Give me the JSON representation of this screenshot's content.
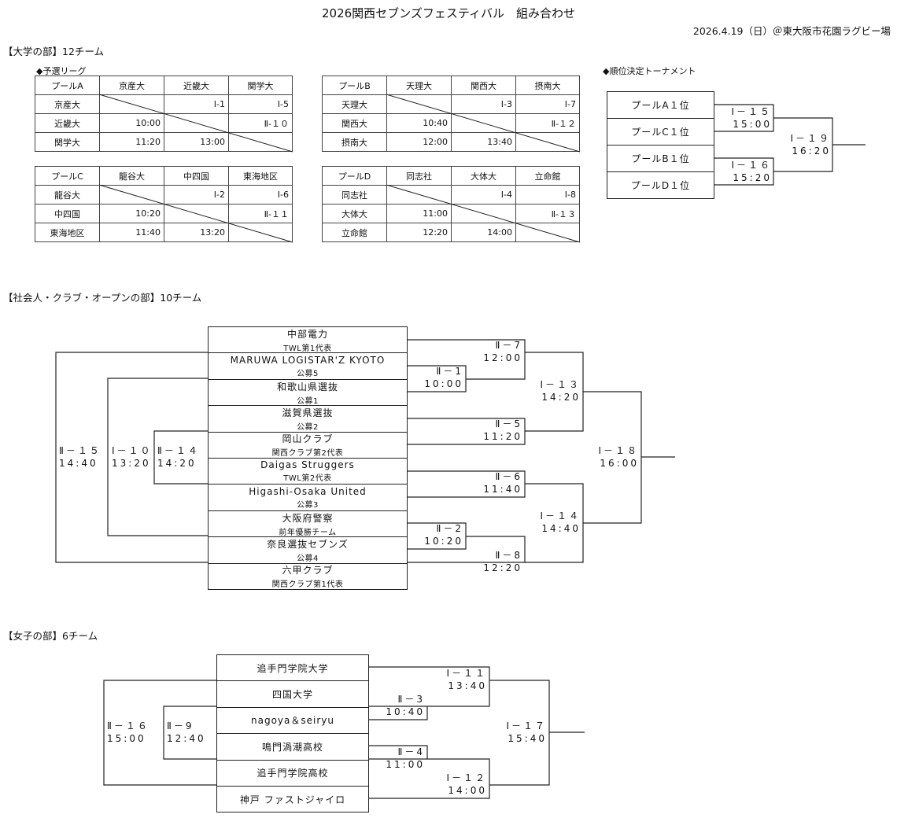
{
  "header": {
    "title": "2026関西セブンズフェスティバル　組み合わせ",
    "date_venue": "2026.4.19（日）＠東大阪市花園ラグビー場"
  },
  "university": {
    "heading": "【大学の部】12チーム",
    "league_label": "◆予選リーグ",
    "pools": [
      {
        "name": "プールA",
        "teams": [
          "京産大",
          "近畿大",
          "関学大"
        ],
        "rows": [
          [
            "京産大",
            "",
            "Ⅰ-1",
            "Ⅰ-5"
          ],
          [
            "近畿大",
            "10:00",
            "",
            "Ⅱ-１０"
          ],
          [
            "関学大",
            "11:20",
            "13:00",
            ""
          ]
        ]
      },
      {
        "name": "プールB",
        "teams": [
          "天理大",
          "関西大",
          "摂南大"
        ],
        "rows": [
          [
            "天理大",
            "",
            "Ⅰ-3",
            "Ⅰ-7"
          ],
          [
            "関西大",
            "10:40",
            "",
            "Ⅱ-１２"
          ],
          [
            "摂南大",
            "12:00",
            "13:40",
            ""
          ]
        ]
      },
      {
        "name": "プールC",
        "teams": [
          "龍谷大",
          "中四国",
          "東海地区"
        ],
        "rows": [
          [
            "龍谷大",
            "",
            "Ⅰ-2",
            "Ⅰ-6"
          ],
          [
            "中四国",
            "10:20",
            "",
            "Ⅱ-１１"
          ],
          [
            "東海地区",
            "11:40",
            "13:20",
            ""
          ]
        ]
      },
      {
        "name": "プールD",
        "teams": [
          "同志社",
          "大体大",
          "立命館"
        ],
        "rows": [
          [
            "同志社",
            "",
            "Ⅰ-4",
            "Ⅰ-8"
          ],
          [
            "大体大",
            "11:00",
            "",
            "Ⅱ-１３"
          ],
          [
            "立命館",
            "12:20",
            "14:00",
            ""
          ]
        ]
      }
    ],
    "tournament_label": "◆順位決定トーナメント",
    "tournament": {
      "seeds": [
        "プールA１位",
        "プールC１位",
        "プールB１位",
        "プールD１位"
      ],
      "matches": [
        {
          "id": "Ⅰ－１５",
          "time": "15:00"
        },
        {
          "id": "Ⅰ－１６",
          "time": "15:20"
        },
        {
          "id": "Ⅰ－１９",
          "time": "16:20"
        }
      ]
    }
  },
  "open": {
    "heading": "【社会人・クラブ・オープンの部】10チーム",
    "teams": [
      {
        "name": "中部電力",
        "sub": "TWL第1代表"
      },
      {
        "name": "MARUWA LOGISTAR'Z KYOTO",
        "sub": "公募5"
      },
      {
        "name": "和歌山県選抜",
        "sub": "公募1"
      },
      {
        "name": "滋賀県選抜",
        "sub": "公募2"
      },
      {
        "name": "岡山クラブ",
        "sub": "関西クラブ第2代表"
      },
      {
        "name": "Daigas Struggers",
        "sub": "TWL第2代表"
      },
      {
        "name": "Higashi-Osaka United",
        "sub": "公募3"
      },
      {
        "name": "大阪府警察",
        "sub": "前年優勝チーム"
      },
      {
        "name": "奈良選抜セブンズ",
        "sub": "公募4"
      },
      {
        "name": "六甲クラブ",
        "sub": "関西クラブ第1代表"
      }
    ],
    "matches": {
      "m1": {
        "id": "Ⅱ－1",
        "time": "10:00"
      },
      "m2": {
        "id": "Ⅱ－2",
        "time": "10:20"
      },
      "m5": {
        "id": "Ⅱ－5",
        "time": "11:20"
      },
      "m6": {
        "id": "Ⅱ－6",
        "time": "11:40"
      },
      "m7": {
        "id": "Ⅱ－7",
        "time": "12:00"
      },
      "m8": {
        "id": "Ⅱ－8",
        "time": "12:20"
      },
      "m13": {
        "id": "Ⅰ－１３",
        "time": "14:20"
      },
      "m14": {
        "id": "Ⅰ－１４",
        "time": "14:40"
      },
      "m18": {
        "id": "Ⅰ－１８",
        "time": "16:00"
      },
      "c10": {
        "id": "Ⅰ－１０",
        "time": "13:20"
      },
      "c14": {
        "id": "Ⅱ－１４",
        "time": "14:20"
      },
      "c15": {
        "id": "Ⅱ－１５",
        "time": "14:40"
      }
    }
  },
  "women": {
    "heading": "【女子の部】6チーム",
    "teams": [
      "追手門学院大学",
      "四国大学",
      "nagoya＆seiryu",
      "鳴門渦潮高校",
      "追手門学院高校",
      "神戸 ファストジャイロ"
    ],
    "matches": {
      "m3": {
        "id": "Ⅱ－3",
        "time": "10:40"
      },
      "m4": {
        "id": "Ⅱ－4",
        "time": "11:00"
      },
      "m11": {
        "id": "Ⅰ－１１",
        "time": "13:40"
      },
      "m12": {
        "id": "Ⅰ－１２",
        "time": "14:00"
      },
      "m17": {
        "id": "Ⅰ－１７",
        "time": "15:40"
      },
      "c9": {
        "id": "Ⅱ－9",
        "time": "12:40"
      },
      "c16": {
        "id": "Ⅱ－１６",
        "time": "15:00"
      }
    }
  }
}
